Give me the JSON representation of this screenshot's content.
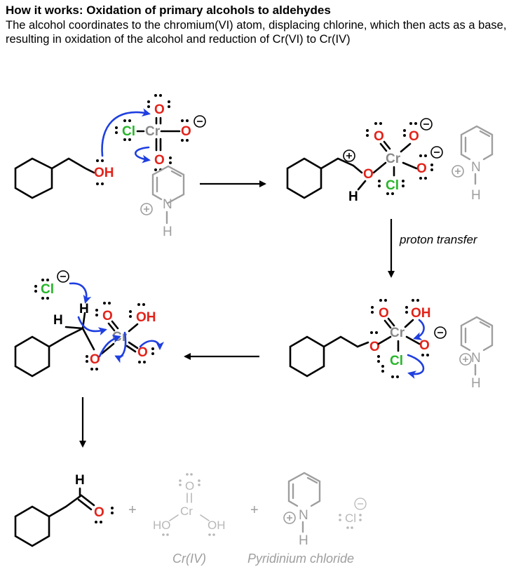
{
  "header": {
    "title": "How it works: Oxidation of primary alcohols to aldehydes",
    "description": "The alcohol coordinates to the chromium(VI) atom, displacing chlorine, which then acts as a base, resulting in oxidation of the alcohol and reduction of Cr(VI) to Cr(IV)"
  },
  "atoms": {
    "O": "O",
    "OH": "OH",
    "Cl": "Cl",
    "Cr": "Cr",
    "H": "H",
    "N": "N",
    "HO": "HO"
  },
  "steps": {
    "proton_transfer": "proton transfer"
  },
  "products": {
    "plus": "+",
    "cr_iv_label": "Cr(IV)",
    "pyridinium_label": "Pyridinium chloride"
  },
  "colors": {
    "oxygen": "#e2231a",
    "chlorine": "#27b52a",
    "chromium": "#8a8a8a",
    "curly_arrow": "#1f3fe0",
    "spectator": "#9e9e9e"
  }
}
